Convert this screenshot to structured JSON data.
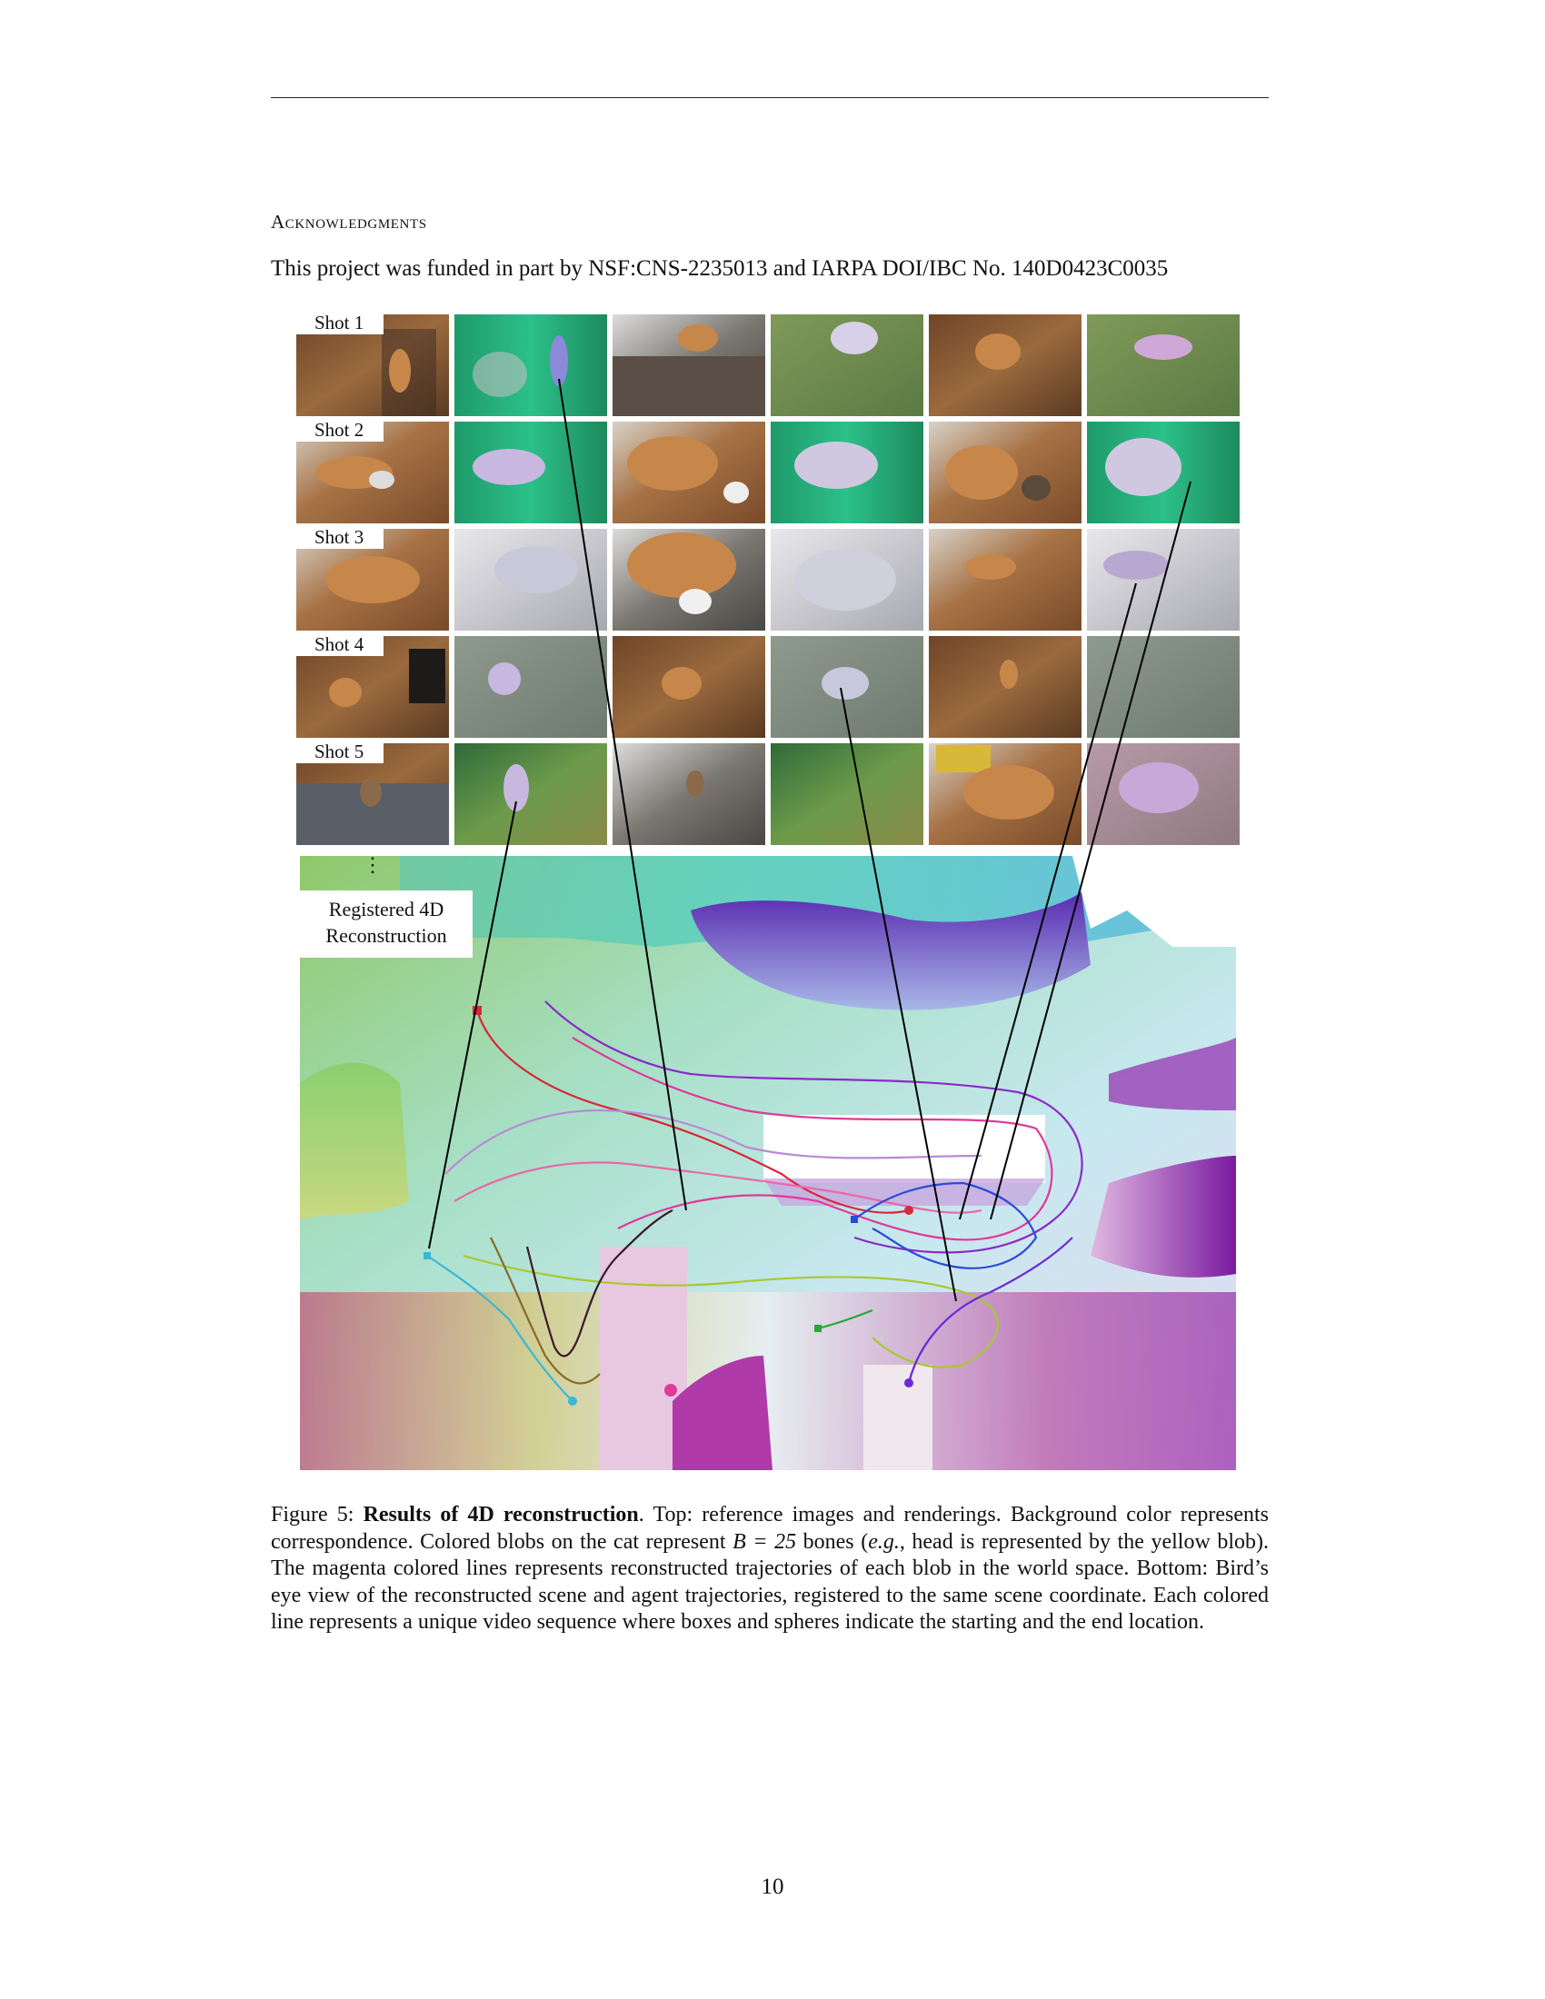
{
  "page": {
    "section_heading": "Acknowledgments",
    "acknowledgment_text": "This project was funded in part by NSF:CNS-2235013 and IARPA DOI/IBC No. 140D0423C0035",
    "page_number": "10"
  },
  "figure": {
    "shot_labels": [
      "Shot 1",
      "Shot 2",
      "Shot 3",
      "Shot 4",
      "Shot 5"
    ],
    "vertical_ellipsis": "⋮",
    "registered_label_line1": "Registered 4D",
    "registered_label_line2": "Reconstruction",
    "colors": {
      "photo_wood": "#8a5a32",
      "cat_orange": "#c8874a",
      "render_green": "#3fa86a",
      "render_bg_gray": "#9aa59a",
      "mesh_gray": "#d9d9e0",
      "scene_purple": "#6a2aa8",
      "scene_cyan": "#8fd8d0",
      "scene_green": "#8fc86a",
      "scene_magenta": "#c04aa8"
    }
  },
  "caption": {
    "label": "Figure 5: ",
    "bold_title": "Results of 4D reconstruction",
    "text_part1": ". Top: reference images and renderings. Background color represents correspondence. Colored blobs on the cat represent ",
    "math": "B = 25",
    "text_part2": " bones (",
    "eg": "e.g.",
    "text_part3": ", head is represented by the yellow blob). The magenta colored lines represents reconstructed trajectories of each blob in the world space. Bottom: Bird’s eye view of the reconstructed scene and agent trajectories, registered to the same scene coordinate. Each colored line represents a unique video sequence where boxes and spheres indicate the starting and the end location."
  }
}
